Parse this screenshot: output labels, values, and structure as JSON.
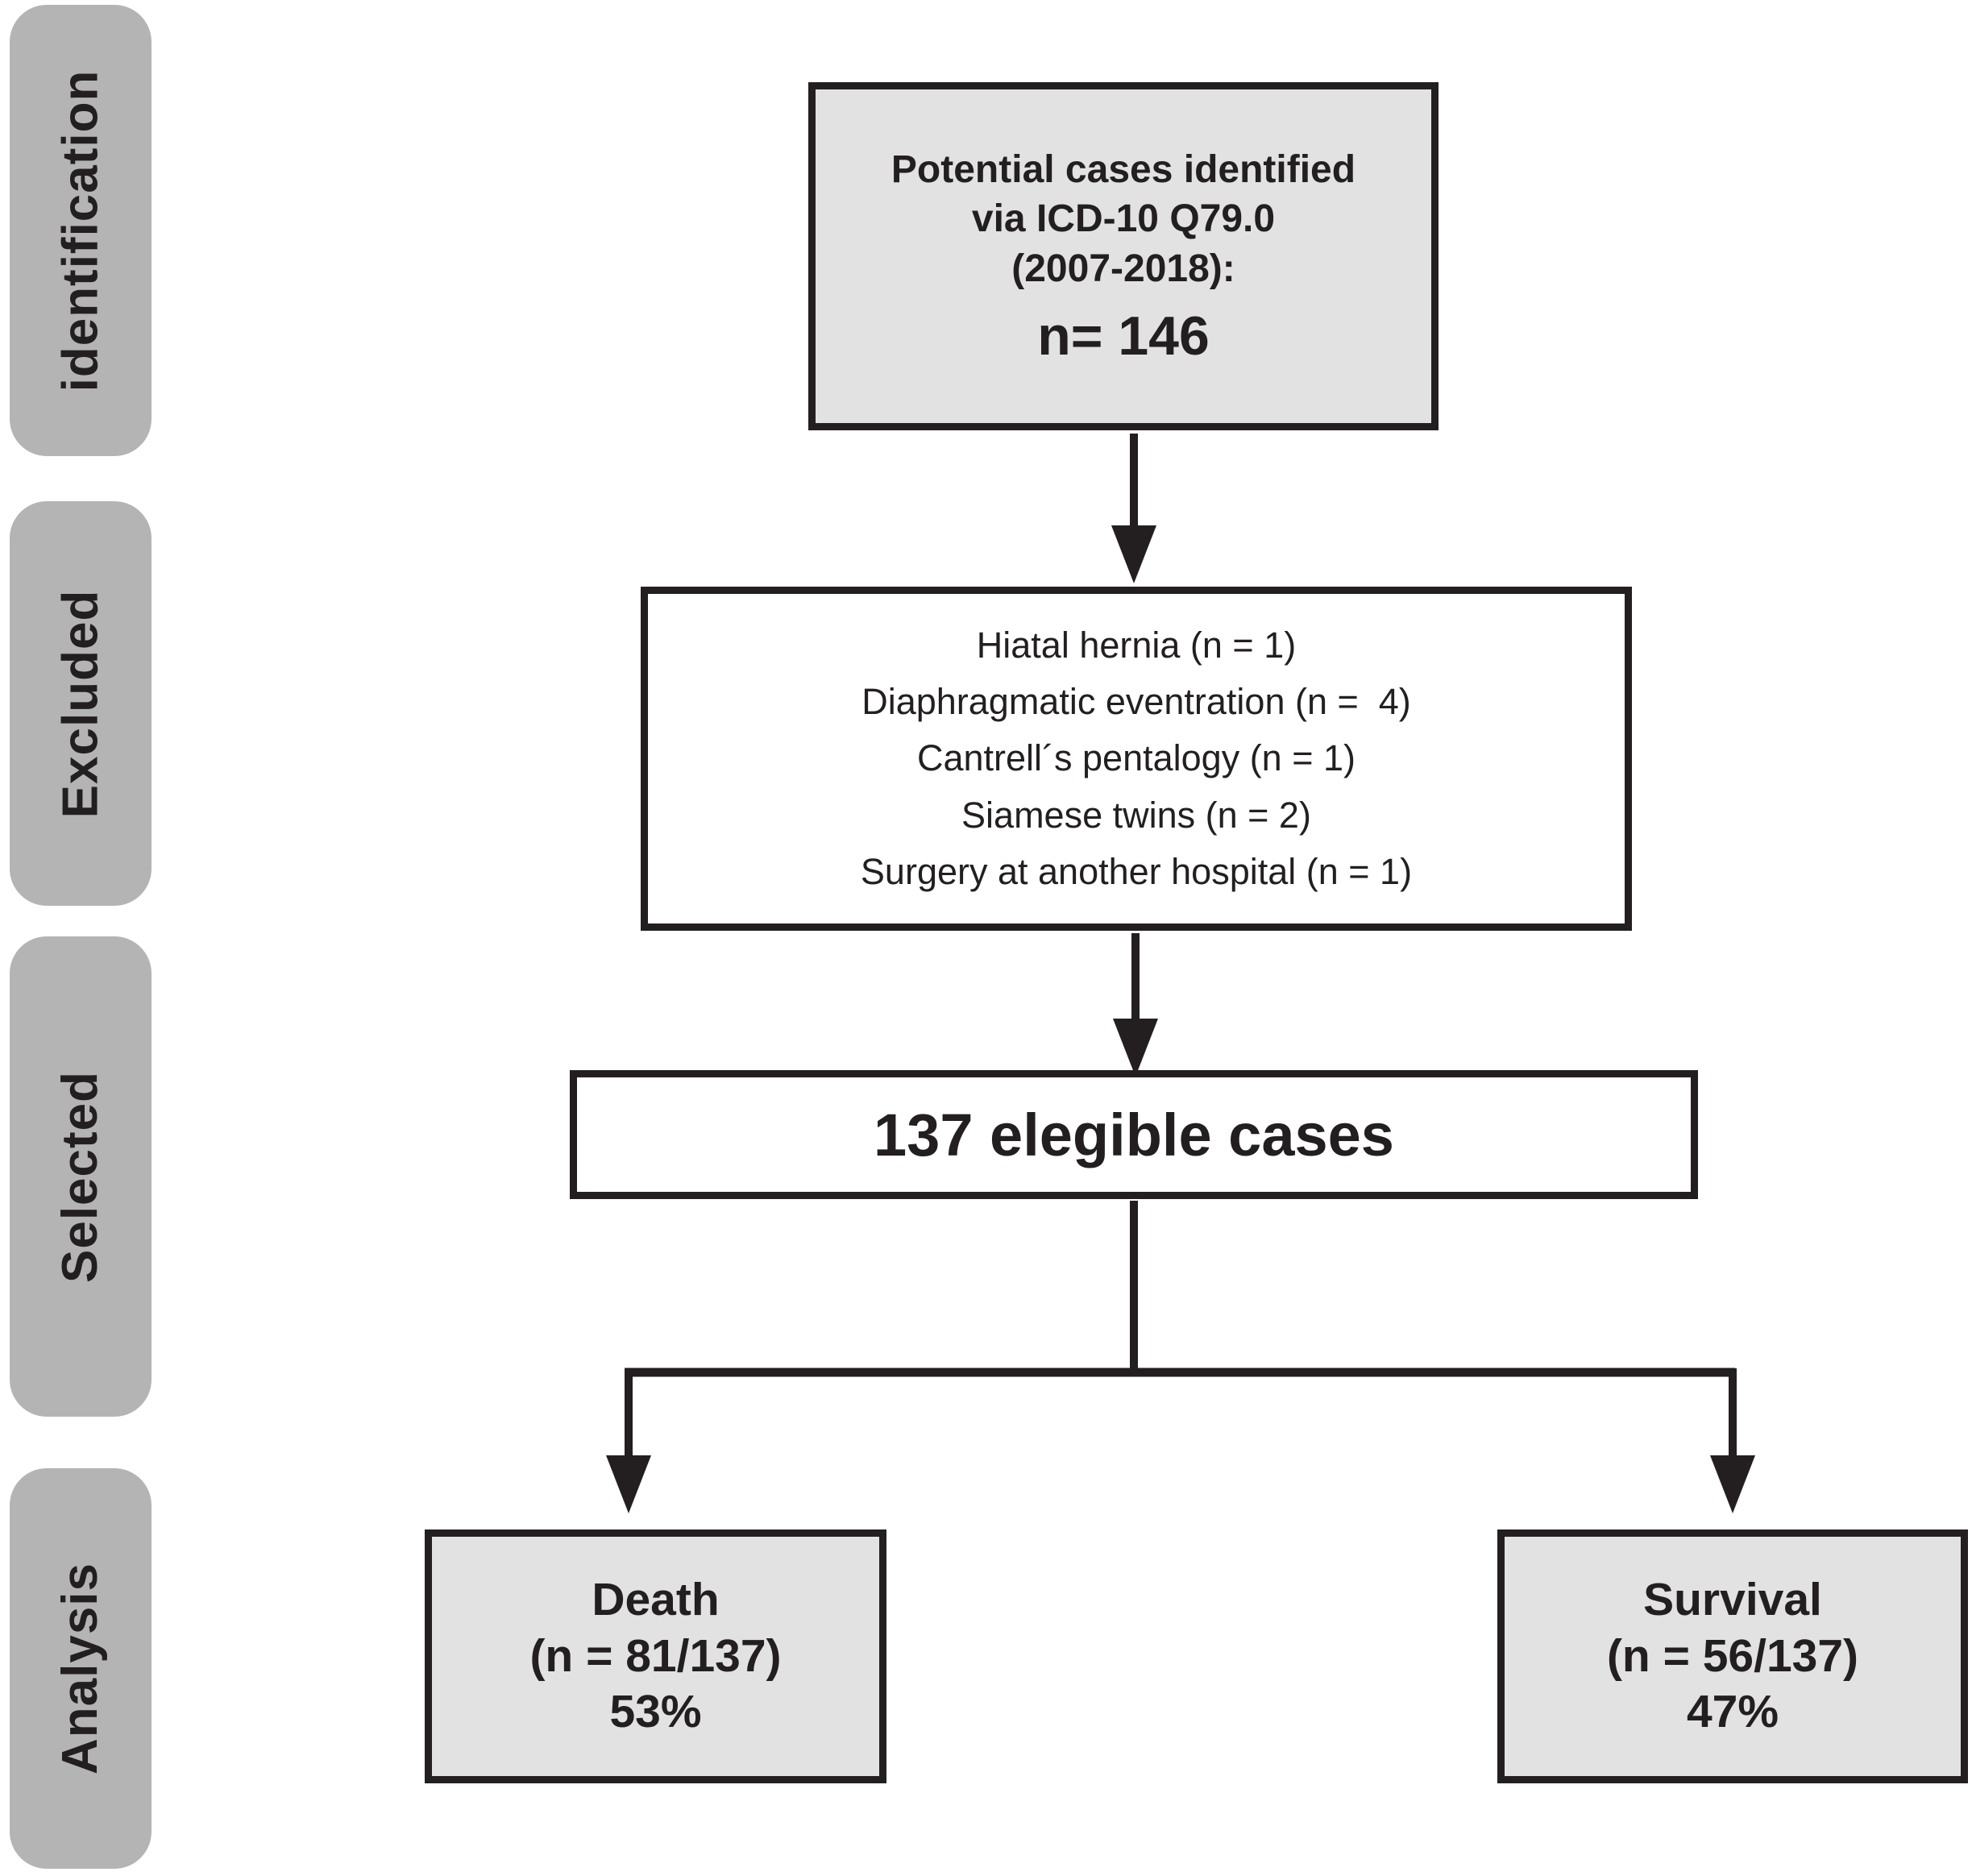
{
  "stages": [
    {
      "label": "identification"
    },
    {
      "label": "Excluded"
    },
    {
      "label": "Selected"
    },
    {
      "label": "Analysis"
    }
  ],
  "identification_box": {
    "line1": "Potential cases identified",
    "line2": "via ICD-10 Q79.0",
    "line3": "(2007-2018):",
    "count": "n= 146"
  },
  "excluded_box": {
    "items": [
      "Hiatal hernia (n = 1)",
      "Diaphragmatic eventration (n =  4)",
      "Cantrell´s pentalogy (n = 1)",
      "Siamese twins (n = 2)",
      "Surgery at another hospital (n = 1)"
    ]
  },
  "selected_box": {
    "label": "137 elegible cases"
  },
  "analysis": {
    "death_box": {
      "title": "Death",
      "n": "(n = 81/137)",
      "percent": "53%"
    },
    "survival_box": {
      "title": "Survival",
      "n": "(n = 56/137)",
      "percent": "47%"
    }
  },
  "colors": {
    "stage_label_bg": "#b4b4b4",
    "box_gray_bg": "#e2e2e2",
    "box_white_bg": "#ffffff",
    "line_black": "#231f20"
  }
}
